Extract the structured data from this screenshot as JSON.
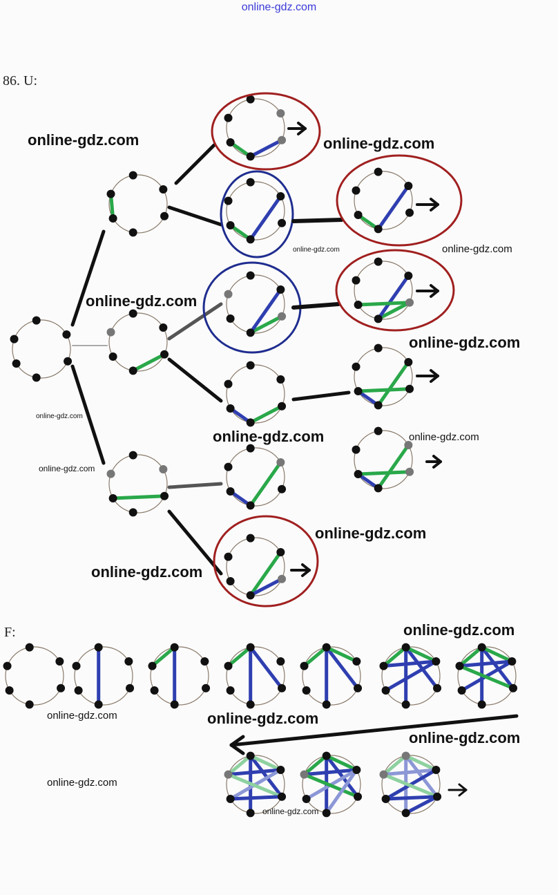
{
  "header": {
    "site": "online-gdz.com"
  },
  "labels": {
    "part_u": "86. U:",
    "part_f": "F:"
  },
  "watermarks": [
    "online-gdz.com",
    "online-gdz.com",
    "online-gdz.com",
    "online-gdz.com",
    "online-gdz.com",
    "online-gdz.com",
    "online-gdz.com",
    "online-gdz.com",
    "online-gdz.com",
    "online-gdz.com",
    "online-gdz.com",
    "online-gdz.com",
    "online-gdz.com",
    "online-gdz.com",
    "online-gdz.com",
    "online-gdz.com",
    "online-gdz.com",
    "online-gdz.com",
    "online-gdz.com"
  ],
  "colors": {
    "green": "#2aa84a",
    "blue": "#2f3fb0",
    "red": "#a01f1f",
    "navy": "#1f2d8f",
    "black": "#111111",
    "grey": "#777777"
  }
}
